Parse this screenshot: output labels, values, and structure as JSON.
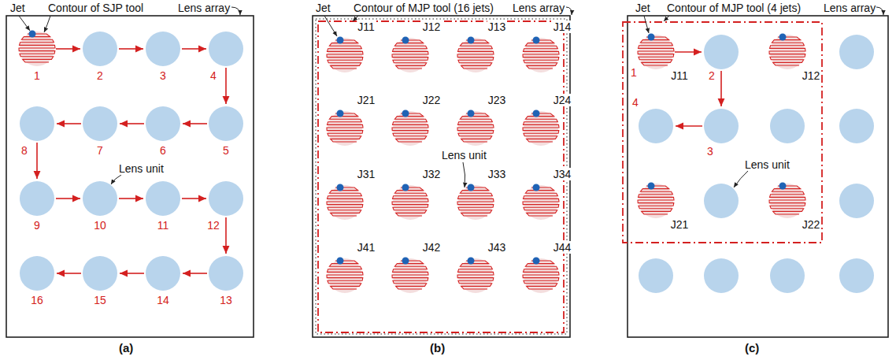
{
  "diagram": {
    "nodes": [
      {
        "text": [
          "1"
        ]
      },
      {
        "text": [
          "2"
        ]
      },
      {
        "text": [
          "3"
        ]
      },
      {
        "text": [
          "4"
        ]
      },
      {
        "text": [
          "5"
        ]
      },
      {
        "text": [
          "6"
        ]
      },
      {
        "text": [
          "7"
        ]
      },
      {
        "text": [
          "8"
        ]
      },
      {
        "text": [
          "9"
        ]
      },
      {
        "text": [
          "10"
        ]
      },
      {
        "text": [
          "11"
        ]
      },
      {
        "text": [
          "12"
        ]
      },
      {
        "text": [
          "13"
        ]
      },
      {
        "text": [
          "14"
        ]
      },
      {
        "text": [
          "15"
        ]
      },
      {
        "text": [
          "16"
        ]
      },
      {
        "text": [
          "J11"
        ]
      },
      {
        "text": [
          "J12"
        ]
      },
      {
        "text": [
          "J13"
        ]
      },
      {
        "text": [
          "J14"
        ]
      },
      {
        "text": [
          "J21"
        ]
      },
      {
        "text": [
          "J22"
        ]
      },
      {
        "text": [
          "J23"
        ]
      },
      {
        "text": [
          "J24"
        ]
      },
      {
        "text": [
          "J31"
        ]
      },
      {
        "text": [
          "J32"
        ]
      },
      {
        "text": [
          "J33"
        ]
      },
      {
        "text": [
          "J34"
        ]
      },
      {
        "text": [
          "J41"
        ]
      },
      {
        "text": [
          "J42"
        ]
      },
      {
        "text": [
          "J43"
        ]
      },
      {
        "text": [
          "J44"
        ]
      },
      {
        "text": [
          "1",
          "J11"
        ]
      },
      {
        "text": [
          "2"
        ]
      },
      {
        "text": [
          "J12"
        ]
      },
      {
        "text": [
          "4"
        ]
      },
      {
        "text": [
          "3"
        ]
      },
      {
        "text": [
          "J21"
        ]
      },
      {
        "text": [
          "J22"
        ]
      }
    ],
    "edges": [
      {
        "from": 0,
        "to": 1,
        "arrow": "to"
      },
      {
        "from": 1,
        "to": 2,
        "arrow": "to"
      },
      {
        "from": 2,
        "to": 3,
        "arrow": "to"
      },
      {
        "from": 3,
        "to": 4,
        "arrow": "to"
      },
      {
        "from": 4,
        "to": 5,
        "arrow": "to"
      },
      {
        "from": 5,
        "to": 6,
        "arrow": "to"
      },
      {
        "from": 6,
        "to": 7,
        "arrow": "to"
      },
      {
        "from": 7,
        "to": 8,
        "arrow": "to"
      },
      {
        "from": 8,
        "to": 9,
        "arrow": "to"
      },
      {
        "from": 9,
        "to": 10,
        "arrow": "to"
      },
      {
        "from": 10,
        "to": 11,
        "arrow": "to"
      },
      {
        "from": 11,
        "to": 12,
        "arrow": "to"
      },
      {
        "from": 12,
        "to": 13,
        "arrow": "to"
      },
      {
        "from": 13,
        "to": 14,
        "arrow": "to"
      },
      {
        "from": 14,
        "to": 15,
        "arrow": "to"
      },
      {
        "from": 32,
        "to": 33,
        "arrow": "to"
      },
      {
        "from": 33,
        "to": 36,
        "arrow": "to"
      },
      {
        "from": 36,
        "to": 35,
        "arrow": "to"
      }
    ],
    "labels": [
      "Jet",
      "Contour of SJP tool",
      "Lens array",
      "Lens unit",
      "(a)",
      "Jet",
      "Contour of MJP tool (16 jets)",
      "Lens array",
      "Lens unit",
      "(b)",
      "Jet",
      "Contour of MJP tool (4 jets)",
      "Lens array",
      "Lens unit",
      "(c)"
    ]
  }
}
